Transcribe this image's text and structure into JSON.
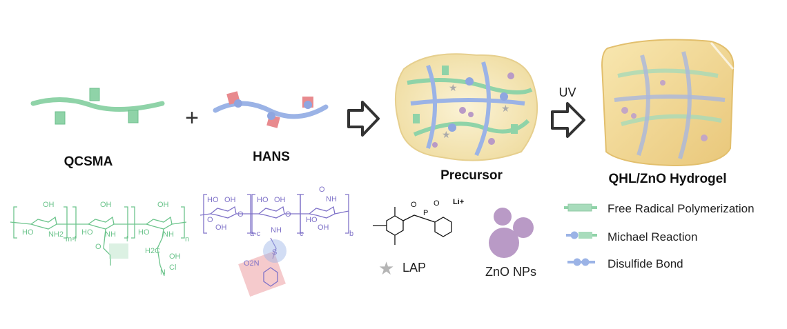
{
  "labels": {
    "qcsma": "QCSMA",
    "plus": "+",
    "hans": "HANS",
    "precursor": "Precursor",
    "uv": "UV",
    "hydrogel": "QHL/ZnO Hydrogel",
    "lap": "LAP",
    "zno": "ZnO NPs"
  },
  "legend": [
    {
      "label": "Free Radical Polymerization"
    },
    {
      "label": "Michael Reaction"
    },
    {
      "label": "Disulfide Bond"
    }
  ],
  "chem_qcsma": [
    "OH",
    "HO",
    "NH2",
    "m-l",
    "OH",
    "HO",
    "NH",
    "l",
    "O",
    "OH",
    "HO",
    "NH",
    "n",
    "H2C",
    "OH",
    "N",
    "Cl"
  ],
  "chem_hans": [
    "HO",
    "OH",
    "O",
    "O",
    "OH",
    "a-c",
    "HO",
    "OH",
    "O",
    "NH",
    "c",
    "O",
    "NH",
    "HO",
    "OH",
    "b",
    "S",
    "O2N"
  ],
  "chem_lap": [
    "O",
    "P",
    "O",
    "Li+"
  ],
  "colors": {
    "qcsma": "#8fd3a8",
    "hans": "#9bb3e6",
    "linker_red": "#e88a8e",
    "zno": "#b99ac6",
    "lap_star": "#b5b5b5",
    "precursor_fill": "#f6ebc4"
  }
}
